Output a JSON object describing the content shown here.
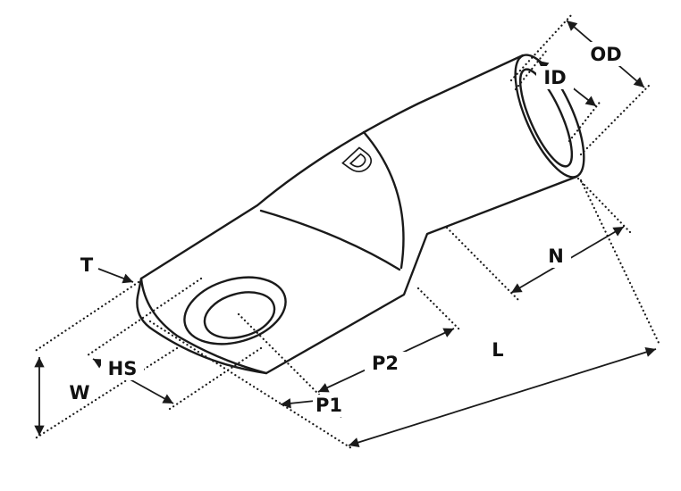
{
  "diagram": {
    "type": "technical-dimension-drawing",
    "subject": "tubular cable lug (ring terminal)",
    "colors": {
      "line": "#1a1a1a",
      "background": "#ffffff"
    },
    "stamp": "D",
    "dimensions": {
      "od": {
        "label": "OD"
      },
      "id": {
        "label": "ID"
      },
      "n": {
        "label": "N"
      },
      "l": {
        "label": "L"
      },
      "t": {
        "label": "T"
      },
      "hs": {
        "label": "HS"
      },
      "w": {
        "label": "W"
      },
      "p1": {
        "label": "P1"
      },
      "p2": {
        "label": "P2"
      }
    }
  }
}
